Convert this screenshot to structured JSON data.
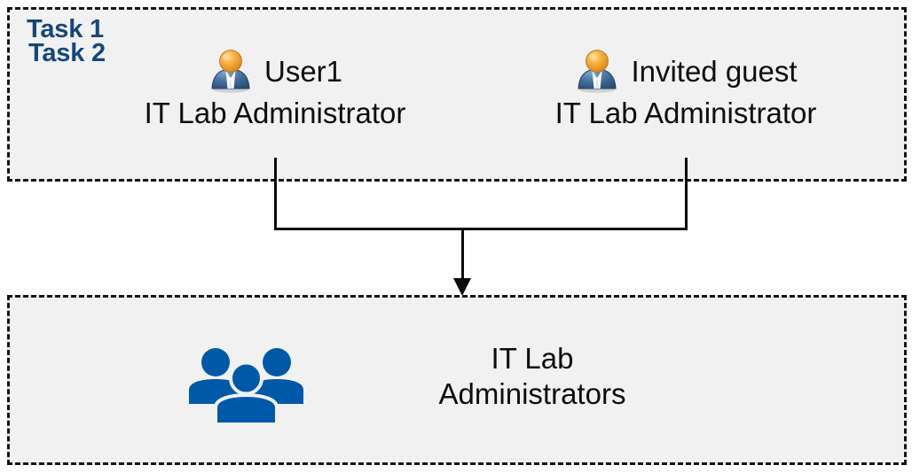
{
  "diagram": {
    "title": "Task 1 / Task 2 role assignment flow",
    "colors": {
      "task_label": "#14477a",
      "box_fill": "#f1f1f1",
      "box_border": "#141414",
      "connector": "#0a0a0a",
      "group_icon_blue": "#0059a8",
      "user_icon_head": "#f0a030",
      "user_icon_body": "#3b6ea5",
      "text": "#0d0d0d"
    }
  },
  "task1": {
    "label": "Task 1",
    "people": [
      {
        "icon": "single-user-icon",
        "name": "User1",
        "role": "IT Lab Administrator"
      },
      {
        "icon": "single-user-icon",
        "name": "Invited guest",
        "role": "IT Lab Administrator"
      }
    ]
  },
  "connector": {
    "type": "merge-arrow",
    "direction": "down",
    "from": [
      "User1",
      "Invited guest"
    ],
    "to": "IT Lab Administrators",
    "arrowhead": "arrow-down-icon"
  },
  "task2": {
    "label": "Task 2",
    "group": {
      "icon": "user-group-icon",
      "name_line1": "IT Lab",
      "name_line2": "Administrators"
    }
  }
}
